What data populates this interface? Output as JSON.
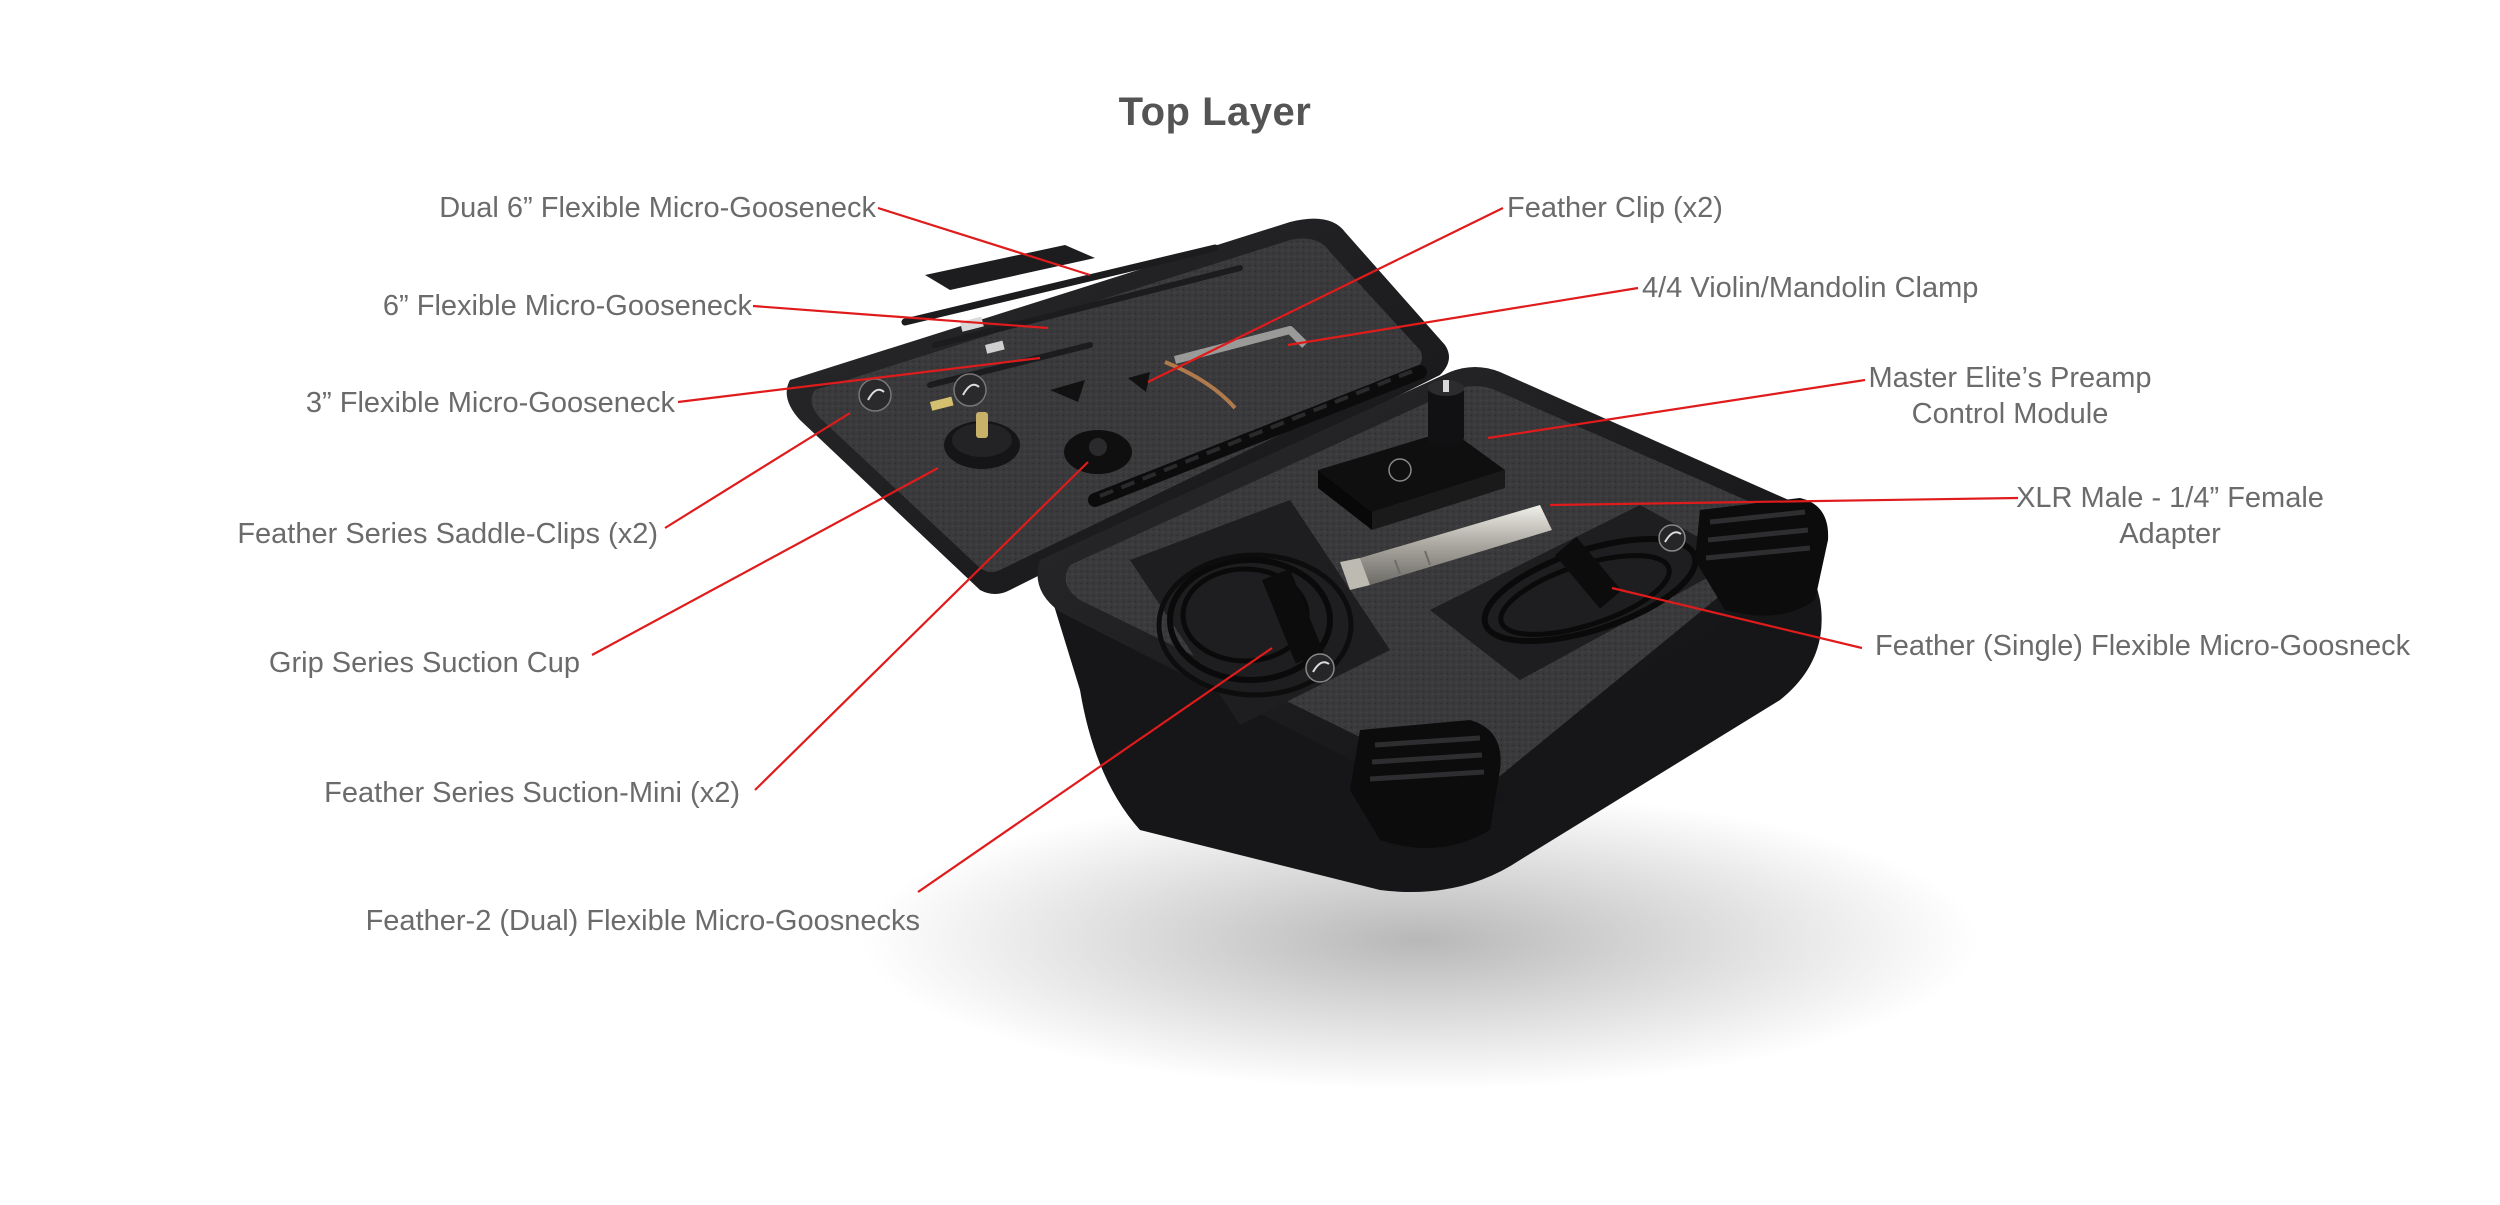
{
  "title": "Top Layer",
  "colors": {
    "leader": "#e01b1b",
    "label_text": "#6b6b6b",
    "title_text": "#545454",
    "case_plastic": "#1b1b1d",
    "foam": "#3a3a3c"
  },
  "callouts": {
    "dual_6_gooseneck": "Dual 6” Flexible Micro-Gooseneck",
    "six_gooseneck": "6” Flexible Micro-Gooseneck",
    "three_gooseneck": "3” Flexible Micro-Gooseneck",
    "saddle_clips": "Feather Series Saddle-Clips (x2)",
    "suction_cup": "Grip Series Suction Cup",
    "suction_mini": "Feather Series Suction-Mini (x2)",
    "feather2_dual": "Feather-2 (Dual) Flexible Micro-Goosnecks",
    "feather_clip": "Feather Clip (x2)",
    "violin_clamp": "4/4 Violin/Mandolin Clamp",
    "preamp_line1": "Master Elite’s Preamp",
    "preamp_line2": "Control Module",
    "xlr_line1": "XLR Male - 1/4” Female",
    "xlr_line2": "Adapter",
    "feather_single": "Feather (Single) Flexible Micro-Goosneck"
  }
}
